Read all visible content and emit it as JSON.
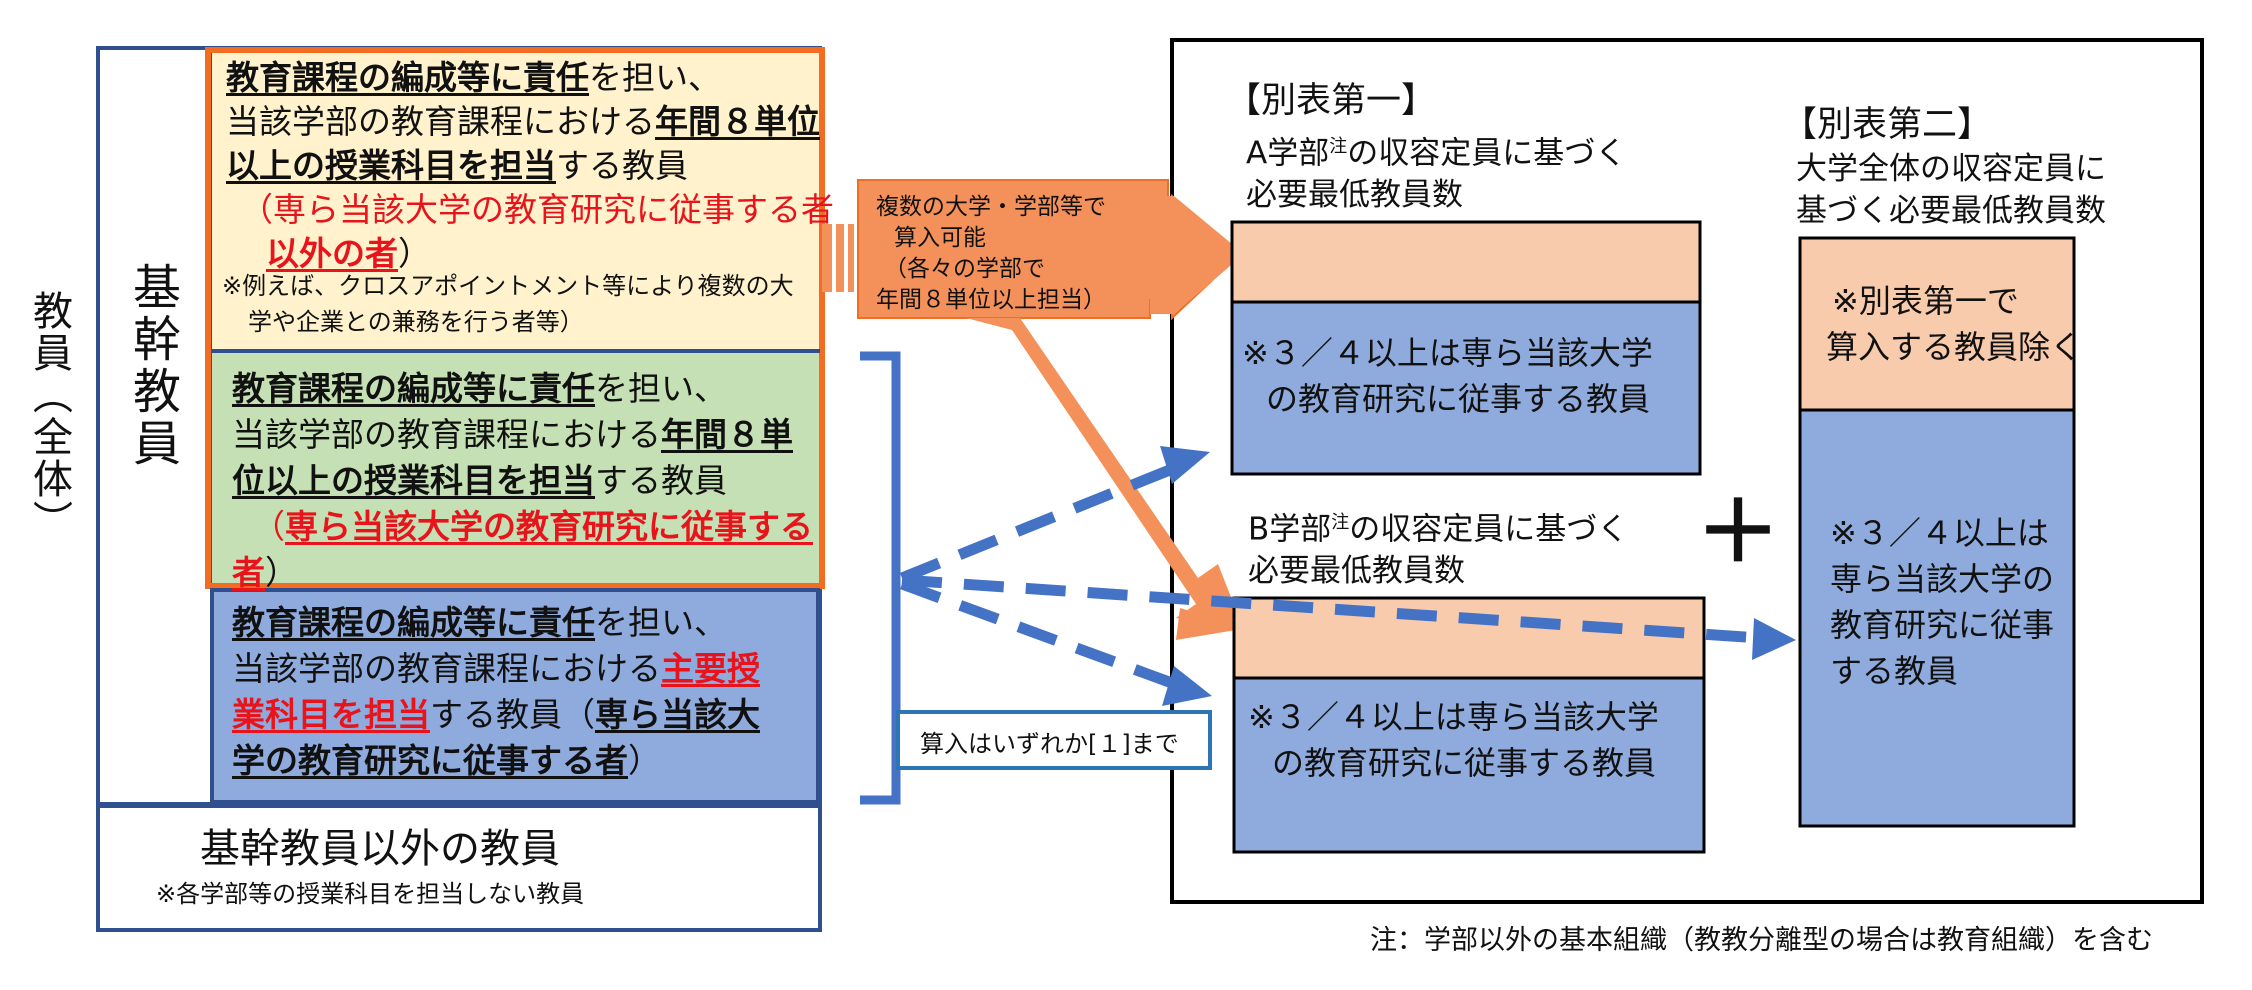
{
  "left": {
    "vertical_label_all": "教員（全体）",
    "vertical_label_core": "基幹教員",
    "box1": {
      "l1a": "教育課程の編成等に責任",
      "l1b": "を担い、",
      "l2a": "当該学部の教育課程における",
      "l2b": "年間８単位",
      "l3a": "以上の授業科目を担当",
      "l3b": "する教員",
      "l4a": "（",
      "l4b": "専ら当該大学の教育研究に従事する者",
      "l5a": "以外の者",
      "l5b": "）",
      "note1": "※例えば、クロスアポイントメント等により複数の大",
      "note2": "学や企業との兼務を行う者等）"
    },
    "box2": {
      "l1a": "教育課程の編成等に責任",
      "l1b": "を担い、",
      "l2a": "当該学部の教育課程における",
      "l2b": "年間８単",
      "l3a": "位以上の授業科目を担当",
      "l3b": "する教員",
      "l4a": "（",
      "l4b": "専ら当該大学の教育研究に従事する",
      "l5a": "者",
      "l5b": "）"
    },
    "box3": {
      "l1a": "教育課程の編成等に責任",
      "l1b": "を担い、",
      "l2a": "当該学部の教育課程における",
      "l2b": "主要授",
      "l3a": "業科目を担当",
      "l3b": "する教員（",
      "l3c": "専ら当該大",
      "l4a": "学の教育研究に従事する者",
      "l4b": "）"
    },
    "other_title": "基幹教員以外の教員",
    "other_note": "※各学部等の授業科目を担当しない教員"
  },
  "middle": {
    "callout1": "複数の大学・学部等で",
    "callout2": "算入可能",
    "callout3": "（各々の学部で",
    "callout4": "年間８単位以上担当）",
    "count_box": "算入はいずれか[１]まで"
  },
  "right": {
    "table1_title": "【別表第一】",
    "a_label1": "A学部",
    "a_sup": "注",
    "a_label2": "の収容定員に基づく",
    "a_label3": "必要最低教員数",
    "a_blue1": "※３／４以上は専ら当該大学",
    "a_blue2": "の教育研究に従事する教員",
    "b_label1": "B学部",
    "b_sup": "注",
    "b_label2": "の収容定員に基づく",
    "b_label3": "必要最低教員数",
    "b_blue1": "※３／４以上は専ら当該大学",
    "b_blue2": "の教育研究に従事する教員",
    "plus": "＋",
    "table2_title": "【別表第二】",
    "t2_label1": "大学全体の収容定員に",
    "t2_label2": "基づく必要最低教員数",
    "t2_orange1": "※別表第一で",
    "t2_orange2": "算入する教員除く",
    "t2_blue1": "※３／４以上は",
    "t2_blue2": "専ら当該大学の",
    "t2_blue3": "教育研究に従事",
    "t2_blue4": "する教員"
  },
  "footnote": "注：学部以外の基本組織（教教分離型の場合は教育組織）を含む",
  "colors": {
    "navy": "#2f4f8f",
    "orange": "#f26d21",
    "peach": "#f8cbad",
    "blue_fill": "#8faadc",
    "green_fill": "#c5e0b4",
    "cream_fill": "#fff2cc",
    "arrow_orange": "#f4915a",
    "dash_blue": "#4472c4",
    "red": "#e8141c"
  }
}
